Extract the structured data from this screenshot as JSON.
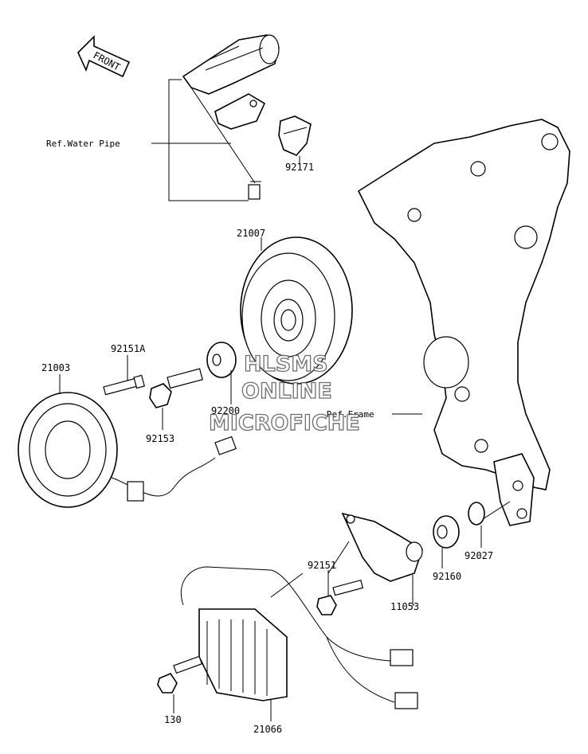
{
  "front_arrow": {
    "label": "FRONT"
  },
  "refs": {
    "water_pipe": "Ref.Water Pipe",
    "frame": "Ref.Frame"
  },
  "parts": [
    {
      "id": "p92171",
      "number": "92171"
    },
    {
      "id": "p21007",
      "number": "21007"
    },
    {
      "id": "p92151A",
      "number": "92151A"
    },
    {
      "id": "p21003",
      "number": "21003"
    },
    {
      "id": "p92200",
      "number": "92200"
    },
    {
      "id": "p92153",
      "number": "92153"
    },
    {
      "id": "p92151",
      "number": "92151"
    },
    {
      "id": "p92160",
      "number": "92160"
    },
    {
      "id": "p92027",
      "number": "92027"
    },
    {
      "id": "p11053",
      "number": "11053"
    },
    {
      "id": "p130",
      "number": "130"
    },
    {
      "id": "p21066",
      "number": "21066"
    }
  ],
  "watermark": {
    "line1": "HLSMS",
    "line2": "ONLINE",
    "line3": "MICROFICHE"
  }
}
